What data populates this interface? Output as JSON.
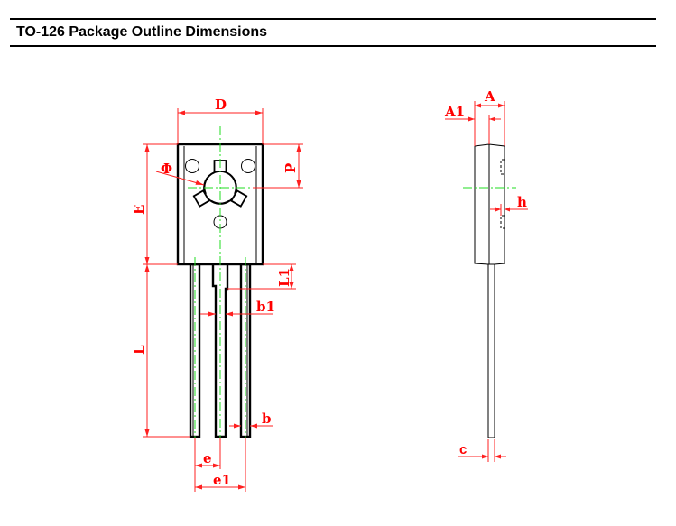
{
  "header": {
    "title": "TO-126 Package Outline Dimensions"
  },
  "drawing": {
    "front_view_labels": {
      "D": "D",
      "E": "E",
      "P": "P",
      "phi": "Φ",
      "L": "L",
      "L1": "L1",
      "b1": "b1",
      "b": "b",
      "e": "e",
      "e1": "e1"
    },
    "side_view_labels": {
      "A": "A",
      "A1": "A1",
      "h": "h",
      "c": "c"
    },
    "colors": {
      "outline": "#000000",
      "dimension": "#ff0000",
      "centerline": "#22dd22"
    }
  }
}
